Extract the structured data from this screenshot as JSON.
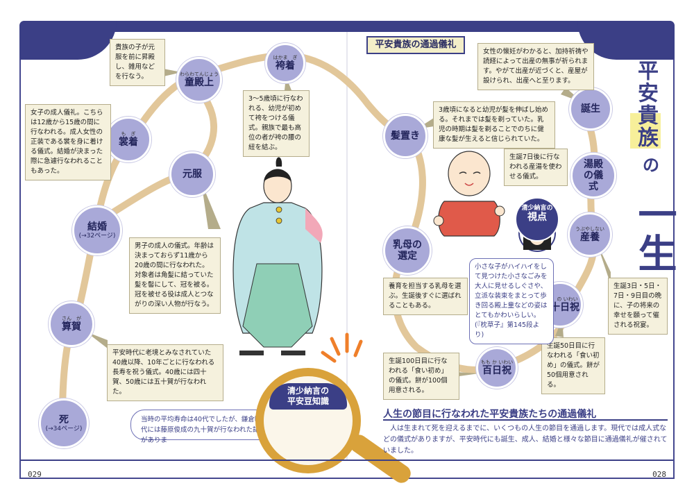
{
  "header": {
    "section_title": "平安貴族の通過儀礼"
  },
  "side_title": {
    "line1": "平安貴族",
    "no": "の",
    "line2": "一生"
  },
  "nodes": {
    "hakama": {
      "ruby": "はかま　ぎ",
      "label": "袴着"
    },
    "dotenjo": {
      "ruby": "わらわてんじょう",
      "label": "童殿上"
    },
    "mogi": {
      "ruby": "も　ぎ",
      "label": "裳着"
    },
    "genpuku": {
      "label": "元服"
    },
    "kekkon": {
      "label": "結婚",
      "sub": "(→32ページ)"
    },
    "sanga": {
      "ruby": "さん　が",
      "label": "算賀"
    },
    "shi": {
      "label": "死",
      "sub": "(→34ページ)"
    },
    "kamioki": {
      "label": "髪置き"
    },
    "menoto": {
      "label": "乳母の選定"
    },
    "tanjo": {
      "label": "誕生"
    },
    "yudono": {
      "label": "湯殿の儀式"
    },
    "ubuyashinai": {
      "ruby": "うぶやしない",
      "label": "産養"
    },
    "ikanoiwai": {
      "ruby": "いか　の いわい",
      "label": "五十日祝"
    },
    "momoka": {
      "ruby": "もも か いわい",
      "label": "百日祝"
    }
  },
  "notes": {
    "dotenjo": "貴族の子が元服を前に昇殿し、雑用などを行なう。",
    "hakama": "3〜5歳頃に行なわれる、幼児が初めて袴をつける儀式。親族で最も高位の者が袴の腰の紐を結ぶ。",
    "mogi": "女子の成人儀礼。こちらは12歳から15歳の間に行なわれる。成人女性の正装である裳を身に着ける儀式。結婚が決まった際に急遽行なわれることもあった。",
    "genpuku": "男子の成人の儀式。年齢は決まっておらず11歳から20歳の間に行なわれた。対象者は角髪に結っていた髪を髻にして、冠を被る。冠を被せる役は成人とつながりの深い人物が行なう。",
    "sanga": "平安時代に老境とみなされていた40歳以降、10年ごとに行なわれる長寿を祝う儀式。40歳には四十賀、50歳には五十賀が行なわれた。",
    "tanjo": "女性の懐妊がわかると、加持祈祷や読経によって出産の無事が祈られます。やがて出産が近づくと、産屋が設けられ、出産へと至ります。",
    "kamioki": "3歳頃になると幼児が髪を伸ばし始める。それまでは髪を剃っていた。乳児の時期は髪を剃ることでのちに健康な髪が生えると信じられていた。",
    "yudono": "生誕7日後に行なわれる産湯を使わせる儀式。",
    "menoto": "養育を担当する乳母を選ぶ。生誕後すぐに選ばれることもある。",
    "ubuyashinai": "生誕3日・5日・7日・9日目の晩に、子の将来の幸せを願って催される祝宴。",
    "ikanoiwai": "生誕50日目に行なわれる「食い初め」の儀式。餅が50個用意される。",
    "momoka": "生誕100日目に行なわれる「食い初め」の儀式。餅が100個用意される。",
    "quote": "小さな子がハイハイをして見つけた小さなごみを大人に見せるしぐさや、立派な装束をまとって歩き回る殿上童などの姿はとてもかわいらしい。(『枕草子』第145段より)"
  },
  "viewpoint": {
    "top": "清少納言の",
    "main": "視点"
  },
  "trivia": {
    "title_line1": "清少納言の",
    "title_line2": "平安豆知識",
    "text": "当時の平均寿命は40代でしたが、鎌倉時代には藤原俊成の九十賀が行なわれた記録がありま"
  },
  "section": {
    "heading": "人生の節目に行なわれた平安貴族たちの通過儀礼",
    "body": "人は生まれて死を迎えるまでに、いくつもの人生の節目を通過します。現代では成人式などの儀式がありますが、平安時代にも誕生、成人、結婚と様々な節目に通過儀礼が催されていました。"
  },
  "page_numbers": {
    "left": "029",
    "right": "028"
  },
  "colors": {
    "navy": "#3b3f86",
    "node": "#a9a9d8",
    "path": "#e2c79a",
    "note_bg": "#f5f1dd",
    "gold": "#d9a23b"
  }
}
